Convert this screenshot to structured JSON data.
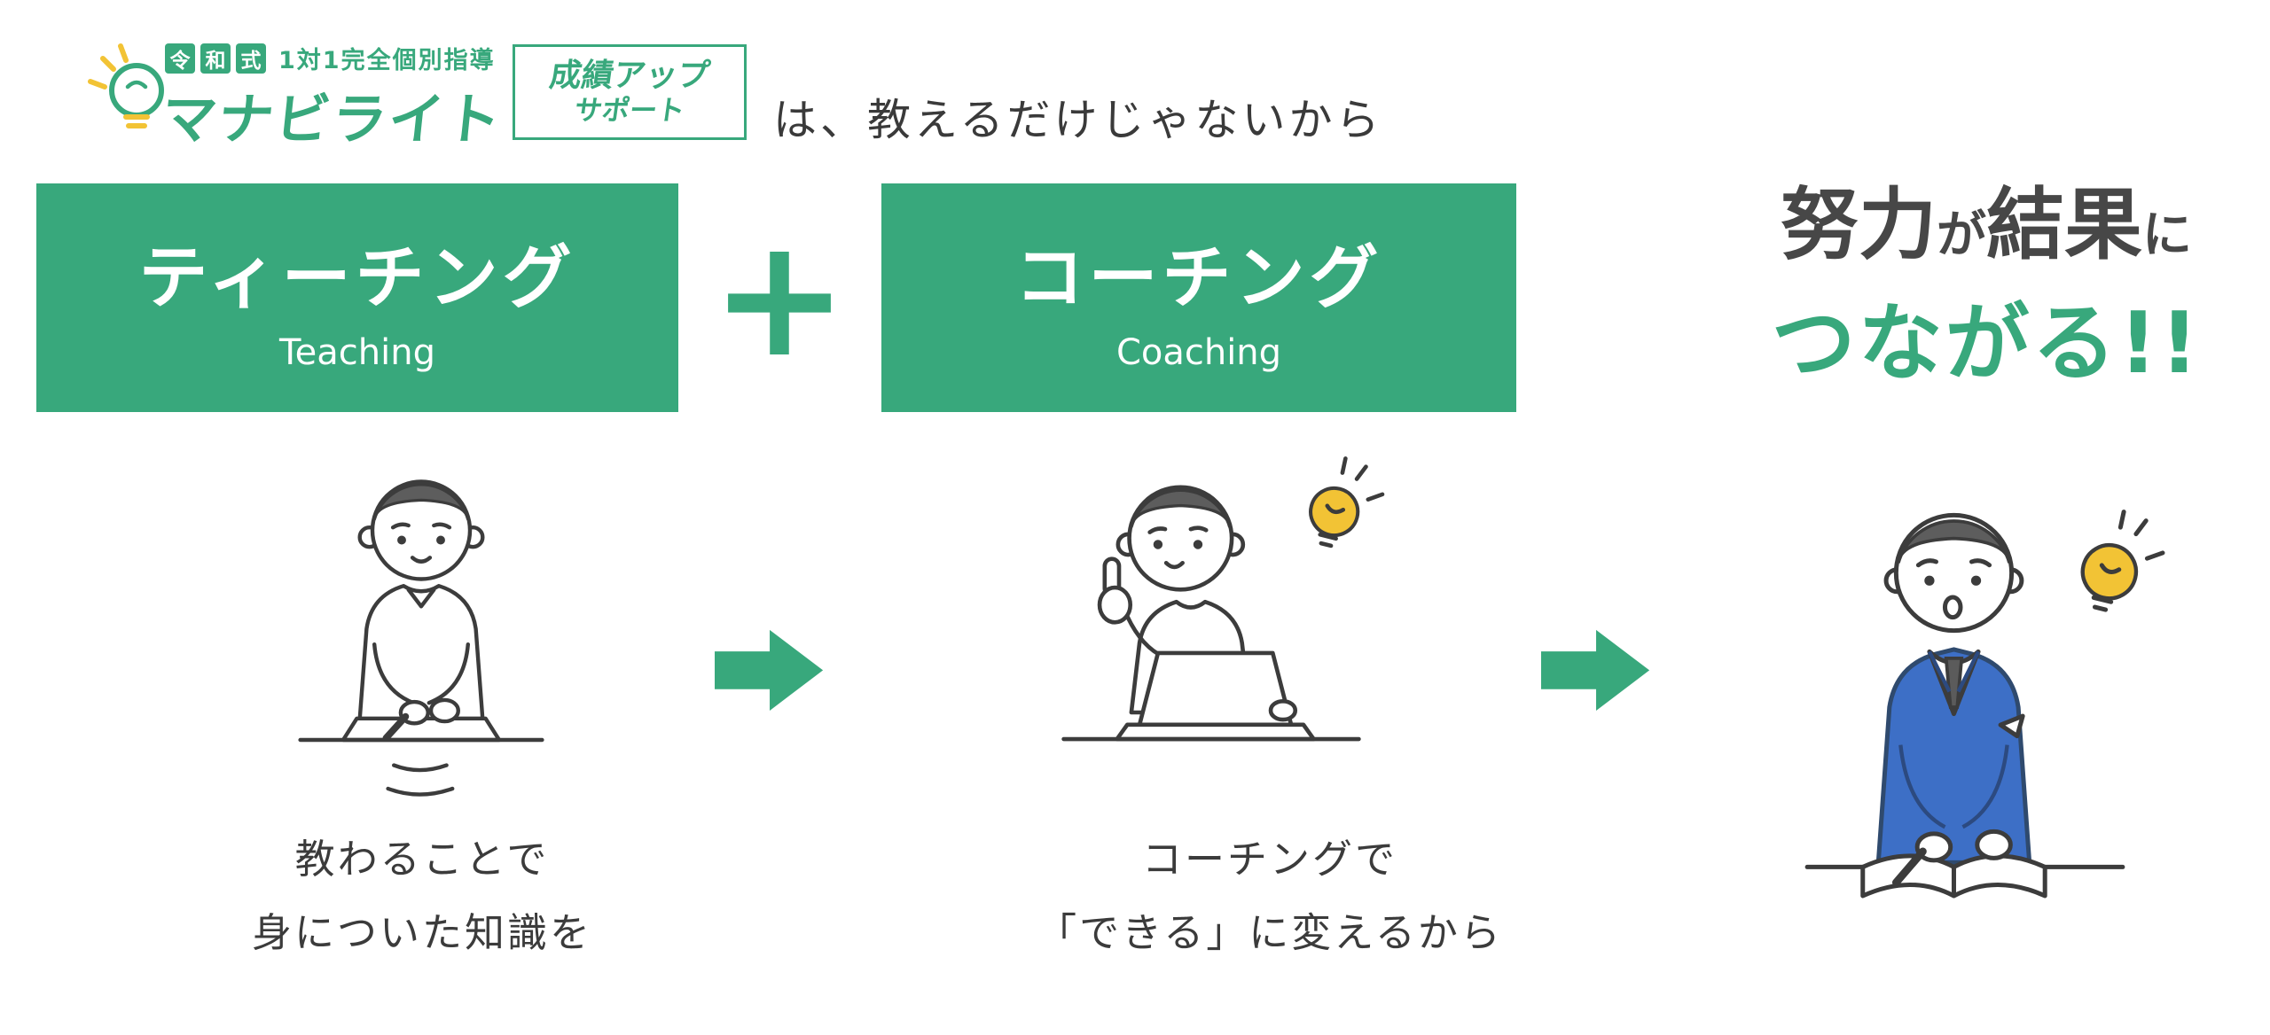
{
  "colors": {
    "green": "#38A87C",
    "dark_text": "#3F3F3F",
    "yellow": "#F2C335",
    "blue": "#3D6FC6"
  },
  "header": {
    "badge_chars": [
      "令",
      "和",
      "式"
    ],
    "tagline": "1対1完全個別指導",
    "brand": "マナビライト",
    "support_box": {
      "line1": "成績アップ",
      "line2": "サポート"
    },
    "suffix": "は、教えるだけじゃないから"
  },
  "teaching_box": {
    "title": "ティーチング",
    "subtitle": "Teaching"
  },
  "coaching_box": {
    "title": "コーチング",
    "subtitle": "Coaching"
  },
  "plus_sign": "+",
  "result": {
    "effort": "努力",
    "particle_ga": "が",
    "outcome": "結果",
    "particle_ni": "に",
    "line2": "つながる!!"
  },
  "captions": {
    "teaching": [
      "教わることで",
      "身についた知識を"
    ],
    "coaching": [
      "コーチングで",
      "「できる」に変えるから"
    ]
  },
  "icons": {
    "logo": "lightbulb-logo-icon",
    "flow": "arrow-right-icon",
    "idea": "idea-lightbulb-icon"
  }
}
